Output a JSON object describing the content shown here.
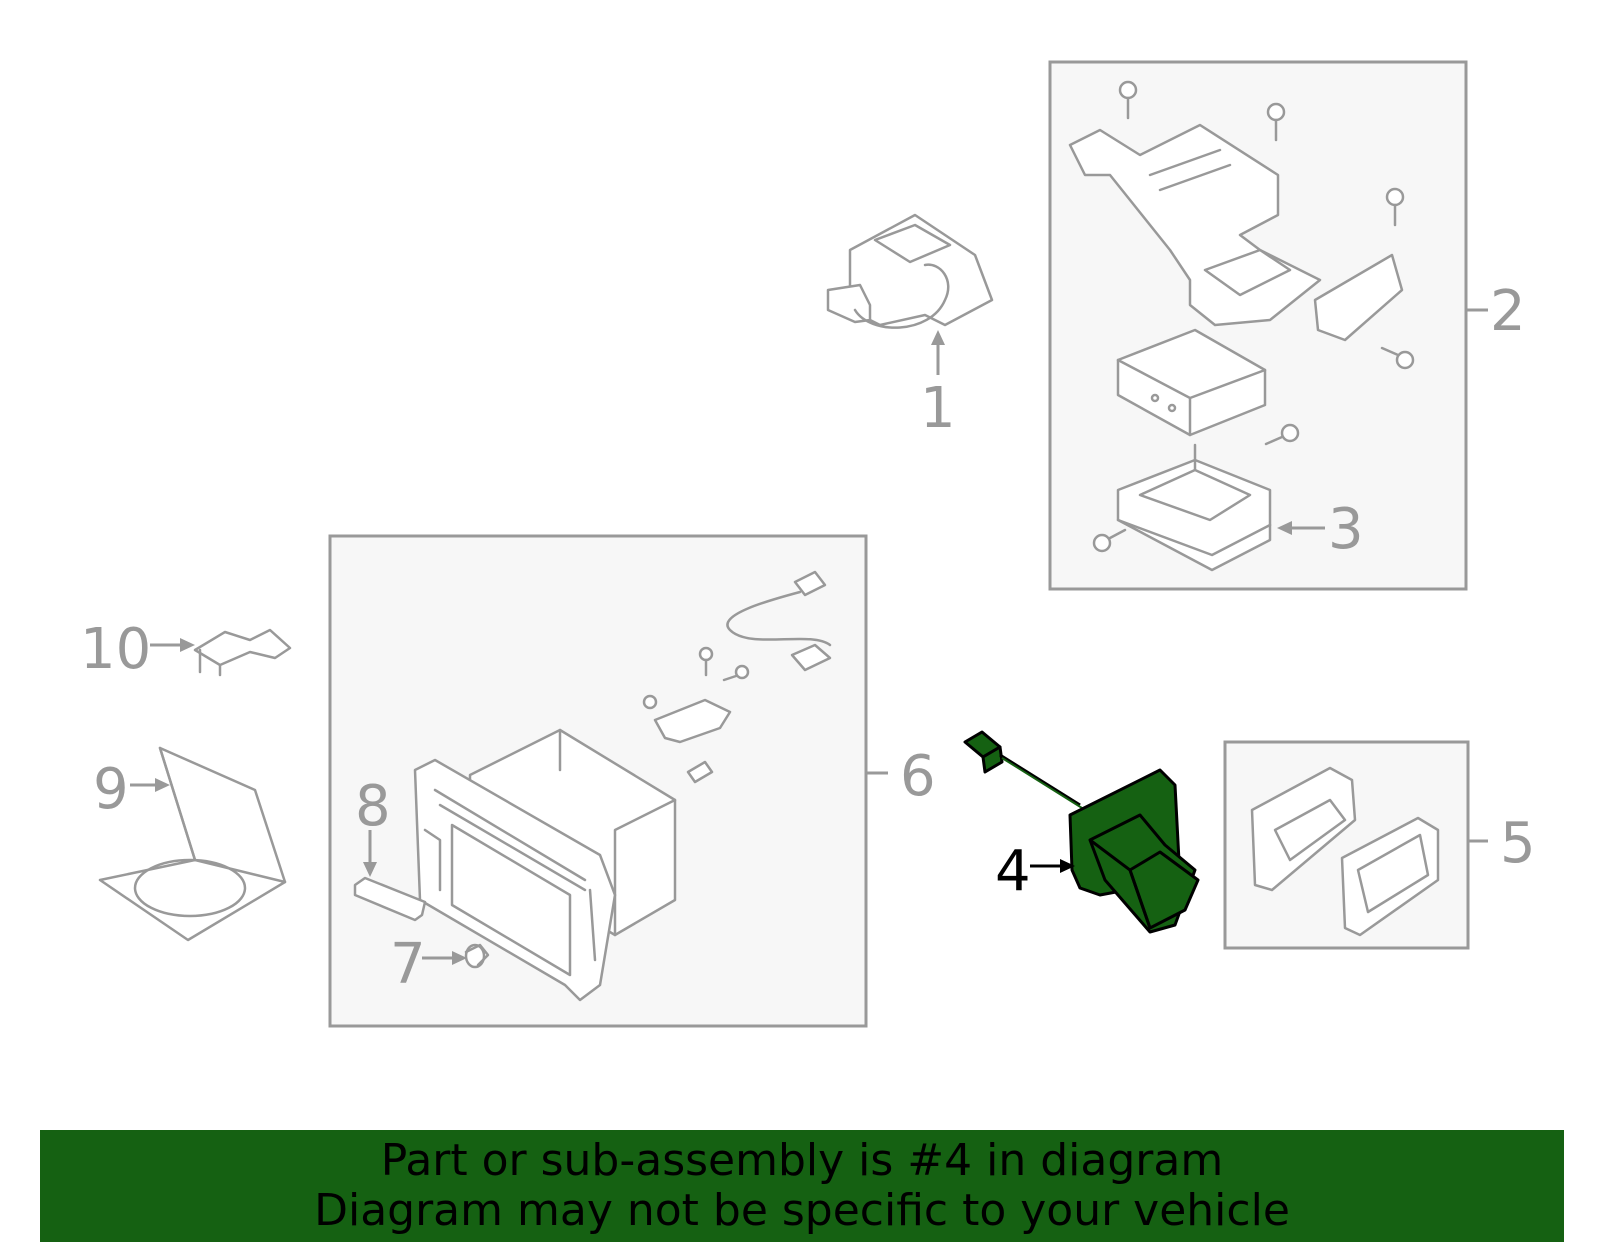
{
  "callouts": {
    "c1": "1",
    "c2": "2",
    "c3": "3",
    "c4": "4",
    "c5": "5",
    "c6": "6",
    "c7": "7",
    "c8": "8",
    "c9": "9",
    "c10": "10"
  },
  "highlighted_part": "4",
  "banner": {
    "line1": "Part or sub-assembly is #4 in diagram",
    "line2": "Diagram may not be specific to your vehicle"
  },
  "colors": {
    "highlight": "#156112",
    "line": "#999999",
    "box_fill": "#f7f7f7"
  }
}
